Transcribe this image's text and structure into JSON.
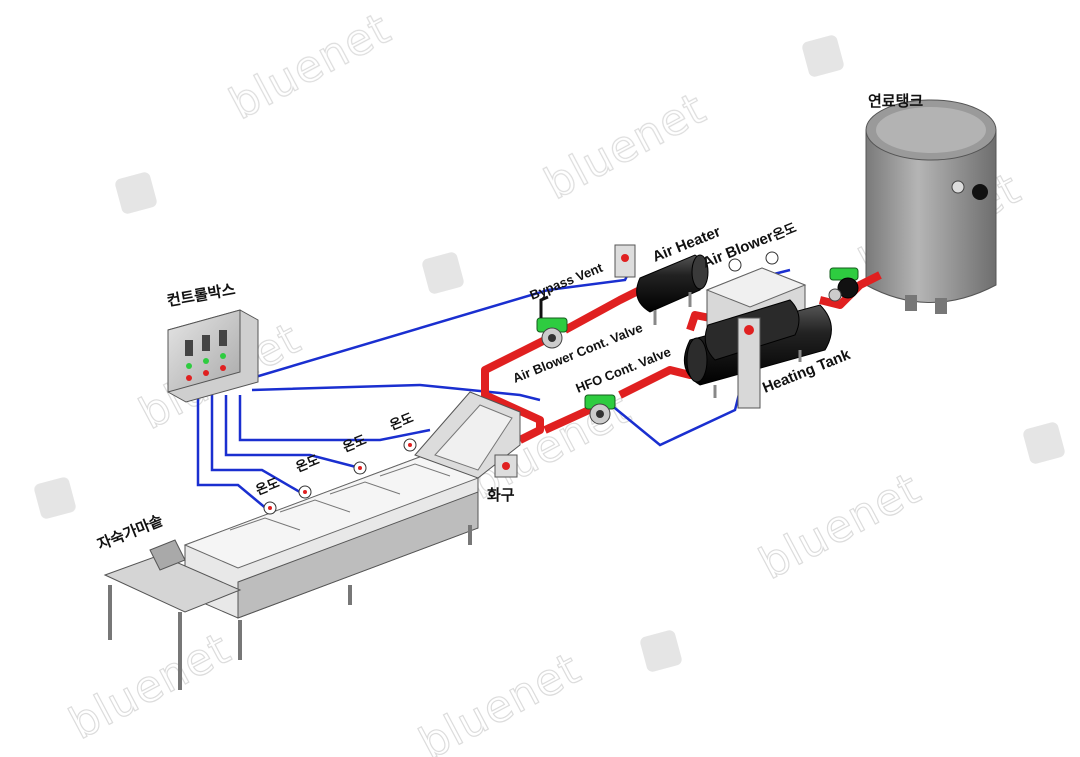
{
  "watermark": {
    "text": "bluenet",
    "logo_icon": "bluenet-logo-icon"
  },
  "labels": {
    "fuel_tank": "연료탱크",
    "control_box": "컨트롤박스",
    "bypass_vent": "Bypass Vent",
    "air_heater": "Air Heater",
    "air_blower": "Air Blower",
    "temp_blower": "온도",
    "air_blower_cont_valve": "Air Blower Cont. Valve",
    "hfo_cont_valve": "HFO Cont. Valve",
    "heating_tank": "Heating Tank",
    "burner": "화구",
    "boiling_cauldron": "자숙가마솥",
    "temp_1": "온도",
    "temp_2": "온도",
    "temp_3": "온도",
    "temp_4": "온도"
  },
  "colors": {
    "hot_pipe": "#e02020",
    "signal_line": "#1a2fd0",
    "valve_body": "#2ecc40",
    "tank_gray": "#8c8c8c",
    "equipment_black": "#1a1a1a"
  }
}
